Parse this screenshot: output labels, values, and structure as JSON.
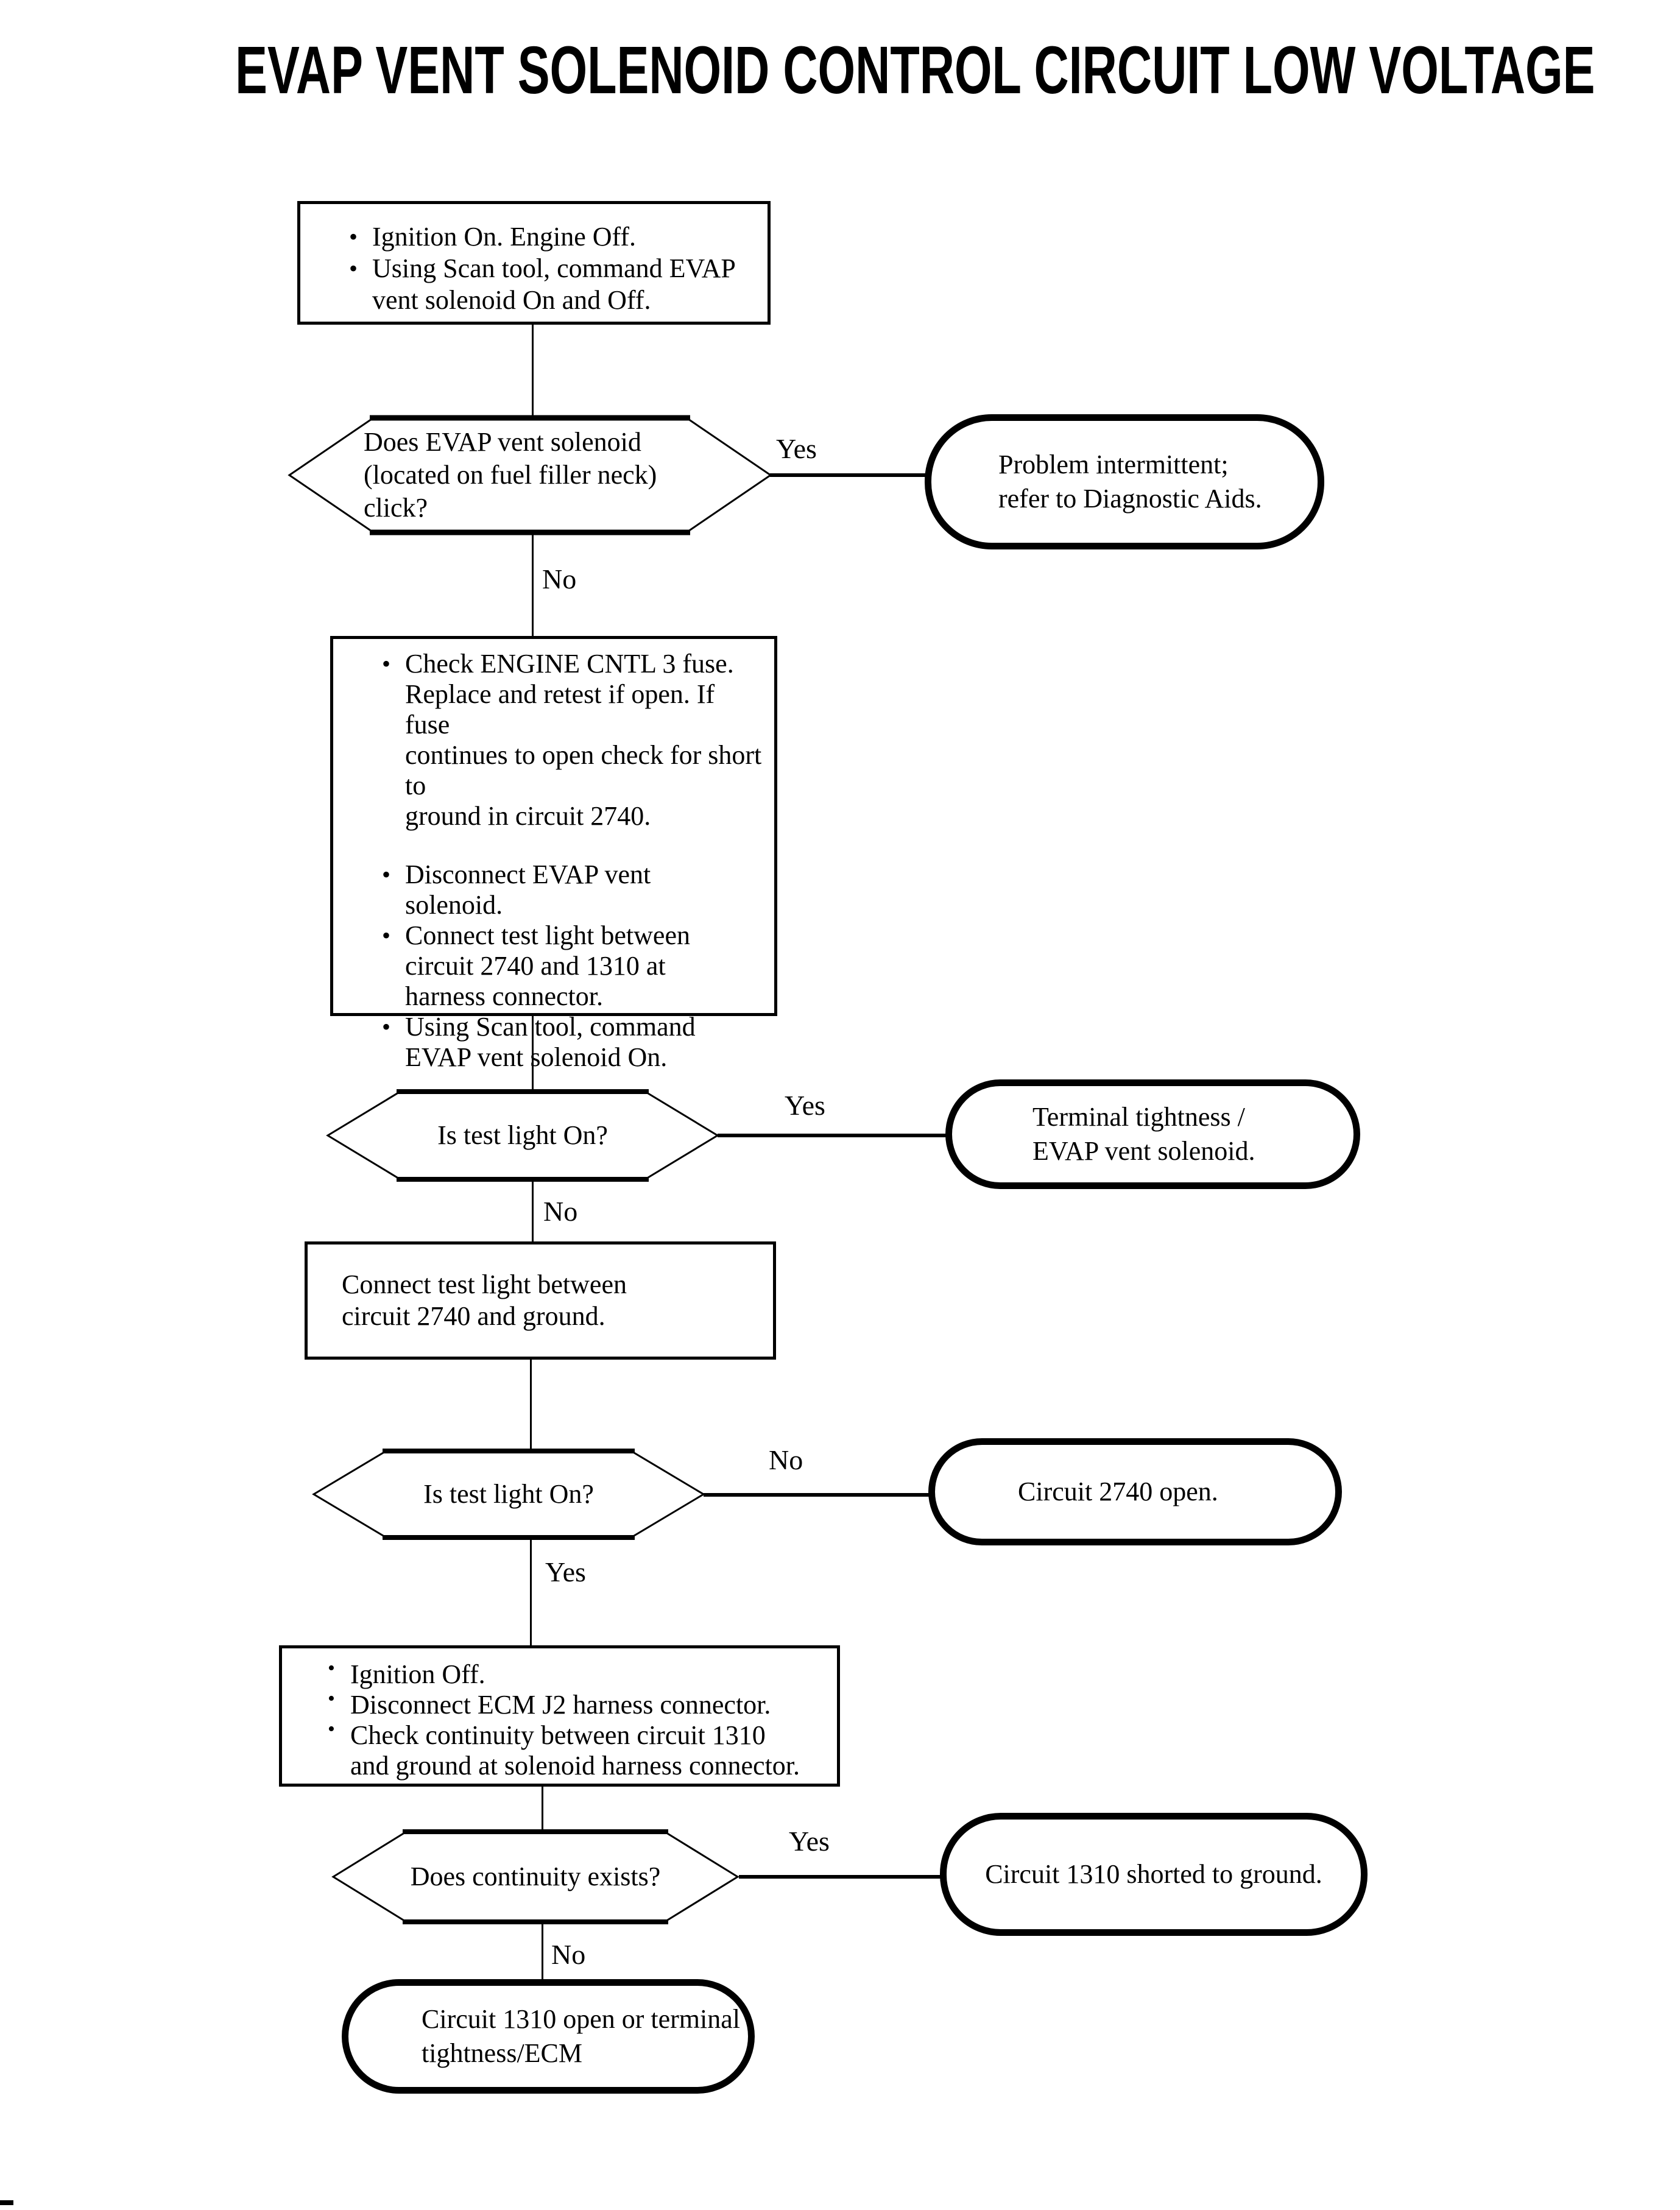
{
  "title": "EVAP VENT SOLENOID CONTROL CIRCUIT LOW VOLTAGE",
  "glyphs": {
    "bullet": "•"
  },
  "flowchart": {
    "start_box": {
      "bullet1": "Ignition On. Engine Off.",
      "bullet2": "Using Scan tool, command EVAP\nvent solenoid On and Off."
    },
    "decision1": {
      "question": "Does EVAP vent solenoid\n(located on fuel filler neck)\nclick?",
      "yes_label": "Yes",
      "no_label": "No"
    },
    "result1": {
      "text": "Problem intermittent;\nrefer to Diagnostic Aids."
    },
    "fuse_box": {
      "bullet1": "Check ENGINE CNTL 3 fuse.\nReplace and retest if open.  If fuse\ncontinues to open check for short to\nground in circuit 2740.",
      "bullet2": "Disconnect EVAP vent\nsolenoid.",
      "bullet3": "Connect test light between\ncircuit 2740 and 1310 at\nharness connector.",
      "bullet4": "Using Scan tool, command\nEVAP vent solenoid On."
    },
    "decision2": {
      "question": "Is test light On?",
      "yes_label": "Yes",
      "no_label": "No"
    },
    "result2": {
      "text": "Terminal tightness /\nEVAP vent solenoid."
    },
    "ground_box": {
      "text": "Connect test light between\ncircuit 2740 and ground."
    },
    "decision3": {
      "question": "Is test light On?",
      "yes_label": "Yes",
      "no_label": "No"
    },
    "result3": {
      "text": "Circuit 2740 open."
    },
    "continuity_box": {
      "bullet1": "Ignition Off.",
      "bullet2": "Disconnect ECM J2 harness connector.",
      "bullet3": "Check continuity between circuit 1310\nand ground at solenoid harness connector."
    },
    "decision4": {
      "question": "Does continuity exists?",
      "yes_label": "Yes",
      "no_label": "No"
    },
    "result4": {
      "text": "Circuit 1310 shorted to ground."
    },
    "terminal": {
      "text": "Circuit 1310 open or terminal\ntightness/ECM"
    }
  }
}
